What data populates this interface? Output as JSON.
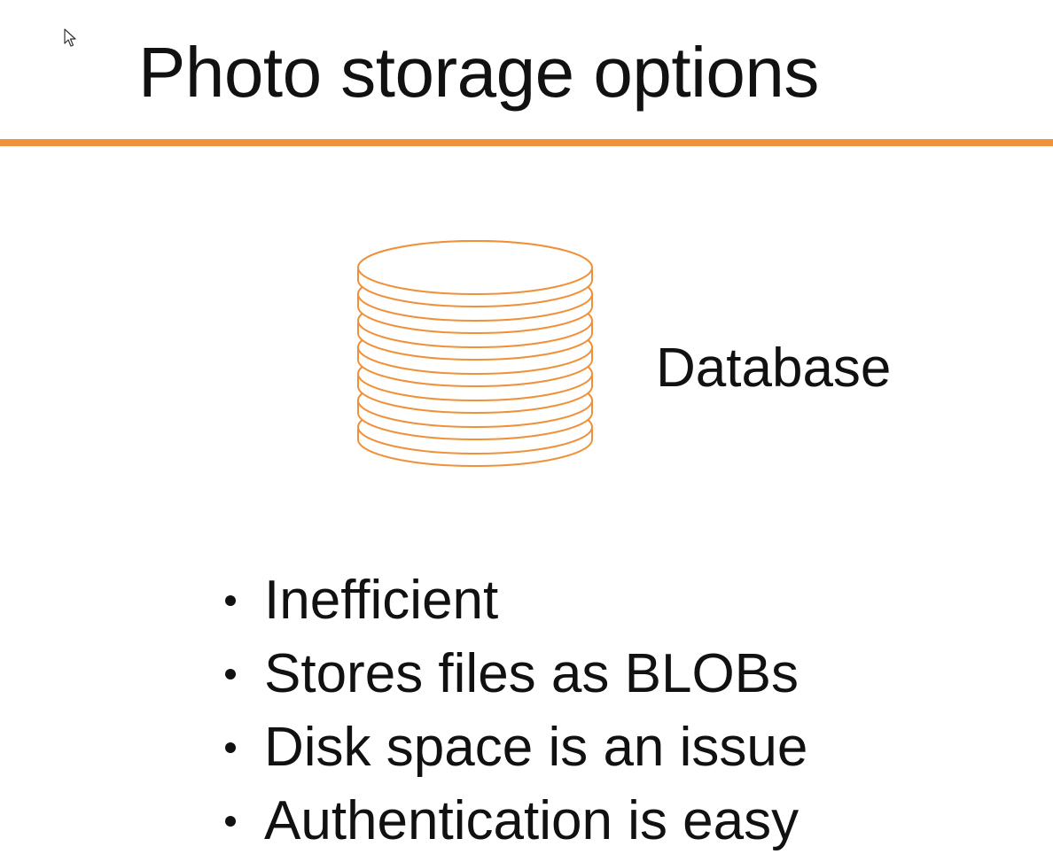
{
  "slide": {
    "title": "Photo storage options",
    "accent_color": "#f0913a",
    "icon": "database-icon",
    "icon_label": "Database",
    "bullets": [
      "Inefficient",
      "Stores files as BLOBs",
      "Disk space is an issue",
      "Authentication is easy"
    ]
  }
}
